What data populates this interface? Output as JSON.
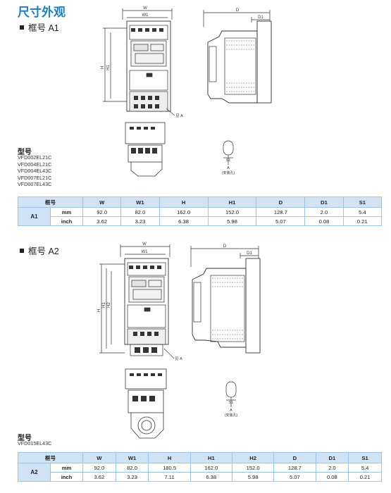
{
  "page": {
    "title": "尺寸外观"
  },
  "frames": [
    {
      "label": "框号 A1",
      "dims": {
        "w": "W",
        "w1": "W1",
        "h": "H",
        "h1": "H1",
        "d": "D",
        "d1": "D1",
        "s1": "S1",
        "a": "A",
        "hole": "(安装孔)",
        "view": "见 A"
      },
      "model_title": "型号",
      "models": [
        "VFD002EL21C",
        "VFD004EL21C",
        "VFD004EL43C",
        "VFD007EL21C",
        "VFD007EL43C"
      ],
      "table": {
        "frame_header": "框号",
        "columns": [
          "W",
          "W1",
          "H",
          "H1",
          "D",
          "D1",
          "S1"
        ],
        "frame": "A1",
        "rows": [
          {
            "unit": "mm",
            "values": [
              "92.0",
              "82.0",
              "162.0",
              "152.0",
              "128.7",
              "2.0",
              "5.4"
            ]
          },
          {
            "unit": "inch",
            "values": [
              "3.62",
              "3.23",
              "6.38",
              "5.98",
              "5.07",
              "0.08",
              "0.21"
            ]
          }
        ]
      }
    },
    {
      "label": "框号 A2",
      "dims": {
        "w": "W",
        "w1": "W1",
        "h": "H",
        "h1": "H1",
        "h2": "H2",
        "d": "D",
        "d1": "D1",
        "s1": "S1",
        "a": "A",
        "hole": "(安装孔)",
        "view": "见 A"
      },
      "model_title": "型号",
      "models": [
        "VFD015EL43C"
      ],
      "table": {
        "frame_header": "框号",
        "columns": [
          "W",
          "W1",
          "H",
          "H1",
          "H2",
          "D",
          "D1",
          "S1"
        ],
        "frame": "A2",
        "rows": [
          {
            "unit": "mm",
            "values": [
              "92.0",
              "82.0",
              "180.5",
              "162.0",
              "152.0",
              "128.7",
              "2.0",
              "5.4"
            ]
          },
          {
            "unit": "inch",
            "values": [
              "3.62",
              "3.23",
              "7.11",
              "6.38",
              "5.98",
              "5.07",
              "0.08",
              "0.21"
            ]
          }
        ]
      }
    }
  ]
}
